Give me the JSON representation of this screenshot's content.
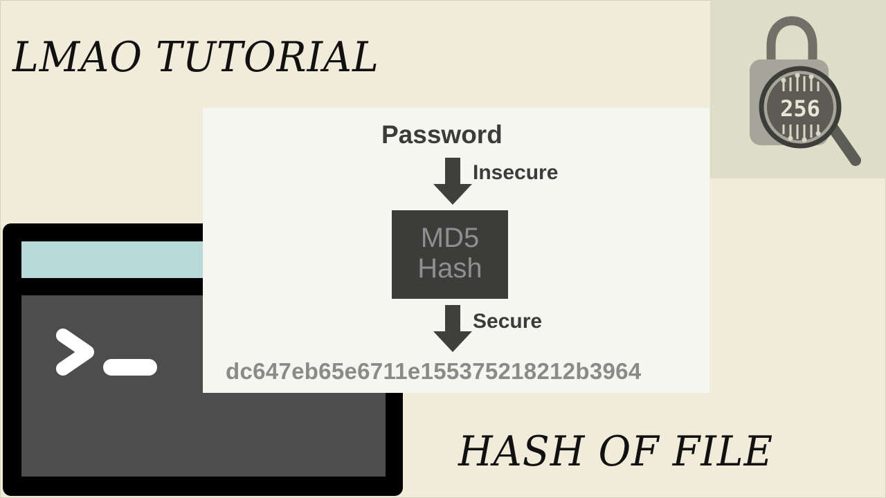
{
  "thumbnail": {
    "title_top": "LMAO TUTORIAL",
    "title_bottom": "HASH OF FILE"
  },
  "diagram": {
    "input_label": "Password",
    "insecure_label": "Insecure",
    "hash_box": {
      "line1": "MD5",
      "line2": "Hash"
    },
    "secure_label": "Secure",
    "digest": "dc647eb65e6711e155375218212b3964"
  },
  "lock_icon": {
    "number": "256"
  },
  "icons": {
    "terminal": "terminal-icon",
    "lock": "padlock-magnifier-icon"
  },
  "colors": {
    "background": "#f0ecd9",
    "lock_panel": "#deddc8",
    "terminal_frame": "#000000",
    "terminal_titlebar": "#b8d9d9",
    "terminal_screen": "#4d4d4d",
    "diagram_background": "#f6f6f1",
    "hash_box": "#3c3c3a"
  }
}
